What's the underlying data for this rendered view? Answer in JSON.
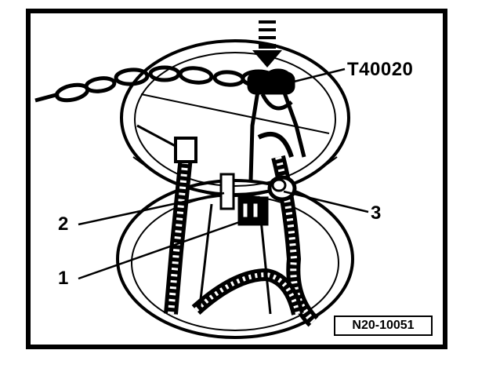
{
  "callouts": {
    "tool": "T40020",
    "part1": "1",
    "part2": "2",
    "part3": "3"
  },
  "figure_ref": "N20-10051"
}
